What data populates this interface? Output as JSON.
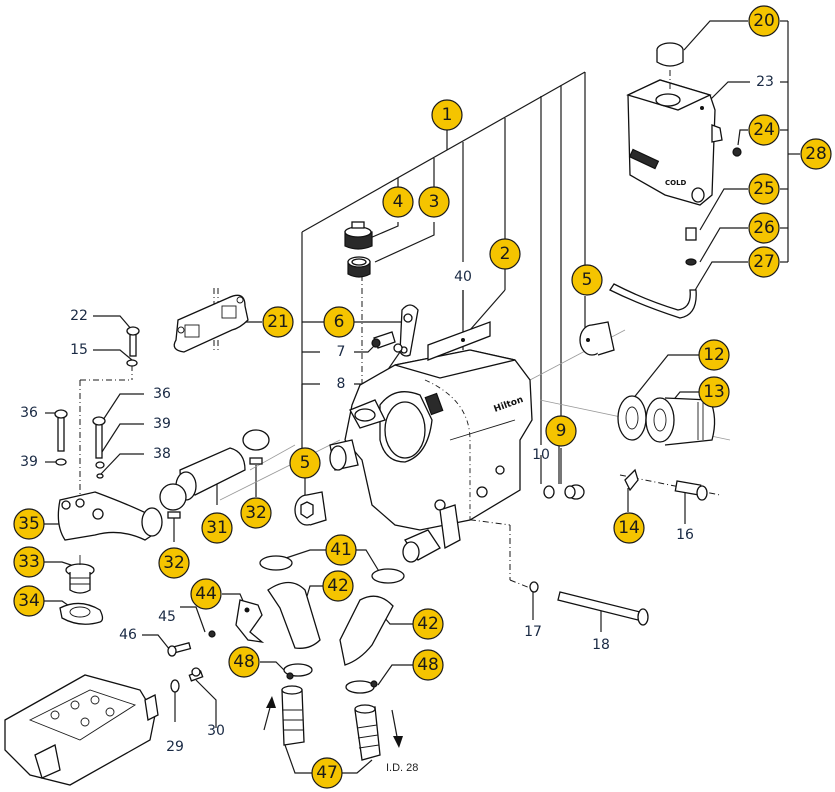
{
  "diagram": {
    "type": "exploded-parts-diagram",
    "subject": "Heat exchanger / coolant assembly",
    "callout_color": "#F5C400",
    "note": "I.D. 28",
    "callouts_highlighted": [
      {
        "id": "c1",
        "label": "1"
      },
      {
        "id": "c2",
        "label": "2"
      },
      {
        "id": "c3",
        "label": "3"
      },
      {
        "id": "c4",
        "label": "4"
      },
      {
        "id": "c5a",
        "label": "5"
      },
      {
        "id": "c5b",
        "label": "5"
      },
      {
        "id": "c6",
        "label": "6"
      },
      {
        "id": "c9",
        "label": "9"
      },
      {
        "id": "c12",
        "label": "12"
      },
      {
        "id": "c13",
        "label": "13"
      },
      {
        "id": "c14",
        "label": "14"
      },
      {
        "id": "c20",
        "label": "20"
      },
      {
        "id": "c21",
        "label": "21"
      },
      {
        "id": "c24",
        "label": "24"
      },
      {
        "id": "c25",
        "label": "25"
      },
      {
        "id": "c26",
        "label": "26"
      },
      {
        "id": "c27",
        "label": "27"
      },
      {
        "id": "c28",
        "label": "28"
      },
      {
        "id": "c31",
        "label": "31"
      },
      {
        "id": "c32a",
        "label": "32"
      },
      {
        "id": "c32b",
        "label": "32"
      },
      {
        "id": "c33",
        "label": "33"
      },
      {
        "id": "c34",
        "label": "34"
      },
      {
        "id": "c35",
        "label": "35"
      },
      {
        "id": "c41",
        "label": "41"
      },
      {
        "id": "c42a",
        "label": "42"
      },
      {
        "id": "c42b",
        "label": "42"
      },
      {
        "id": "c44",
        "label": "44"
      },
      {
        "id": "c47",
        "label": "47"
      },
      {
        "id": "c48a",
        "label": "48"
      },
      {
        "id": "c48b",
        "label": "48"
      }
    ],
    "callouts_plain": [
      {
        "id": "p7",
        "label": "7"
      },
      {
        "id": "p8",
        "label": "8"
      },
      {
        "id": "p10",
        "label": "10"
      },
      {
        "id": "p15",
        "label": "15"
      },
      {
        "id": "p16",
        "label": "16"
      },
      {
        "id": "p17",
        "label": "17"
      },
      {
        "id": "p18",
        "label": "18"
      },
      {
        "id": "p22",
        "label": "22"
      },
      {
        "id": "p23",
        "label": "23"
      },
      {
        "id": "p29",
        "label": "29"
      },
      {
        "id": "p30",
        "label": "30"
      },
      {
        "id": "p36a",
        "label": "36"
      },
      {
        "id": "p36b",
        "label": "36"
      },
      {
        "id": "p38",
        "label": "38"
      },
      {
        "id": "p39a",
        "label": "39"
      },
      {
        "id": "p39b",
        "label": "39"
      },
      {
        "id": "p40",
        "label": "40"
      },
      {
        "id": "p45",
        "label": "45"
      },
      {
        "id": "p46",
        "label": "46"
      }
    ]
  }
}
